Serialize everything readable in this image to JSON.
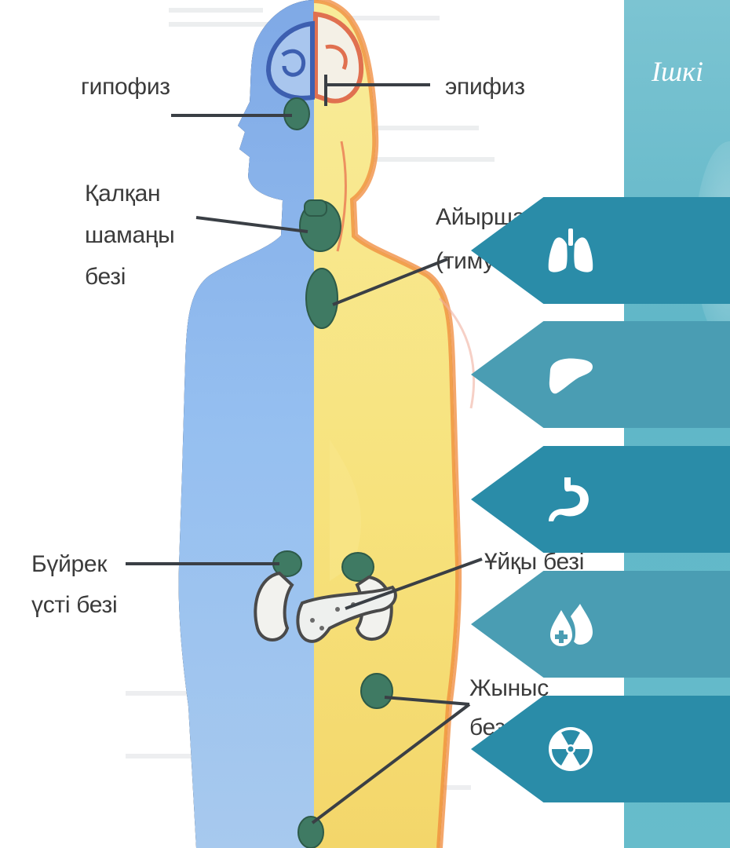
{
  "panel": {
    "title": "Ішкі",
    "tabs": [
      {
        "icon": "lungs-icon",
        "color": "#2a8ca8"
      },
      {
        "icon": "liver-icon",
        "color": "#4a9db3"
      },
      {
        "icon": "stomach-icon",
        "color": "#2a8ca8"
      },
      {
        "icon": "blood-drops-icon",
        "color": "#4a9db3"
      },
      {
        "icon": "radiation-icon",
        "color": "#2a8ca8"
      }
    ]
  },
  "diagram": {
    "labels": {
      "hypophysis": "гипофиз",
      "epiphysis": "эпифиз",
      "thyroid_1": "Қалқан",
      "thyroid_2": "шамаңы",
      "thyroid_3": "безі",
      "thymus_1": "Айырша без",
      "thymus_2": "(тимус)",
      "adrenal_1": "Бүйрек",
      "adrenal_2": "үсті безі",
      "pancreas": "Ұйқы безі",
      "gonads_1": "Жыныс",
      "gonads_2": "бездері"
    },
    "colors": {
      "body_left": "#8fb8e8",
      "body_right": "#f6e27a",
      "gland": "#3f7a63",
      "line": "#3a3f45"
    }
  }
}
